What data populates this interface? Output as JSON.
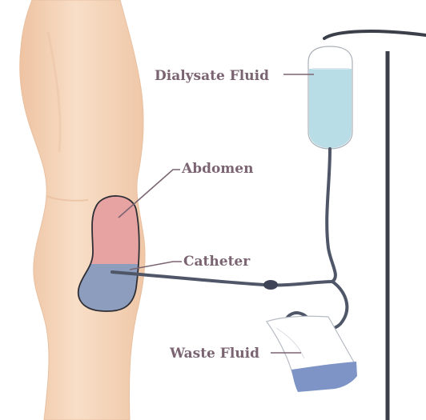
{
  "labels": {
    "dialysate": "Dialysate Fluid",
    "abdomen": "Abdomen",
    "catheter": "Catheter",
    "waste": "Waste Fluid"
  },
  "colors": {
    "skin": "#f6d8bf",
    "skin_shade": "#e9bd9c",
    "label_text": "#7a6471",
    "abdomen_fill": "#e7a2a2",
    "abdomen_fluid": "#8d9dbd",
    "dialysate_fluid": "#b9dde6",
    "waste_fluid": "#7e93c6",
    "tube": "#4e5668",
    "stand": "#3b3f4a"
  }
}
